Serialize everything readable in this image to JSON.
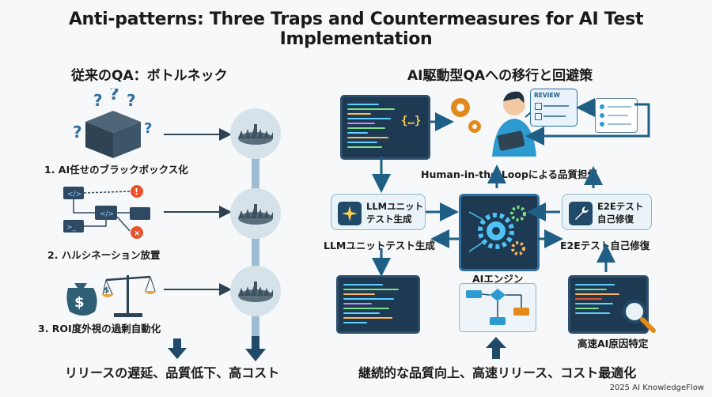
{
  "title": "Anti-patterns: Three Traps and Countermeasures for AI Test Implementation",
  "left": {
    "heading": "従来のQA：ボトルネック",
    "items": [
      {
        "label": "1. AI任せのブラックボックス化"
      },
      {
        "label": "2. ハルシネーション放置"
      },
      {
        "label": "3. ROI度外視の過剰自動化"
      }
    ],
    "result": "リリースの遅延、品質低下、高コスト"
  },
  "right": {
    "heading": "AI駆動型QAへの移行と回避策",
    "review_label": "REVIEW",
    "hitl_label": "Human-in-the-Loopによる品質担保",
    "llm_box_line1": "LLMユニット",
    "llm_box_line2": "テスト生成",
    "llm_caption": "LLMユニットテスト生成",
    "e2e_box_line1": "E2Eテスト",
    "e2e_box_line2": "自己修復",
    "e2e_caption": "E2Eテスト自己修復",
    "engine_label": "AIエンジン",
    "root_cause_label": "高速AI原因特定",
    "result": "継続的な品質向上、高速リリース、コスト最適化"
  },
  "credit": "2025 AI KnowledgeFlow",
  "colors": {
    "accent": "#1f5f86",
    "trap": "#d0dde6",
    "bug": "#e8532c",
    "gear": "#e38a1c"
  }
}
